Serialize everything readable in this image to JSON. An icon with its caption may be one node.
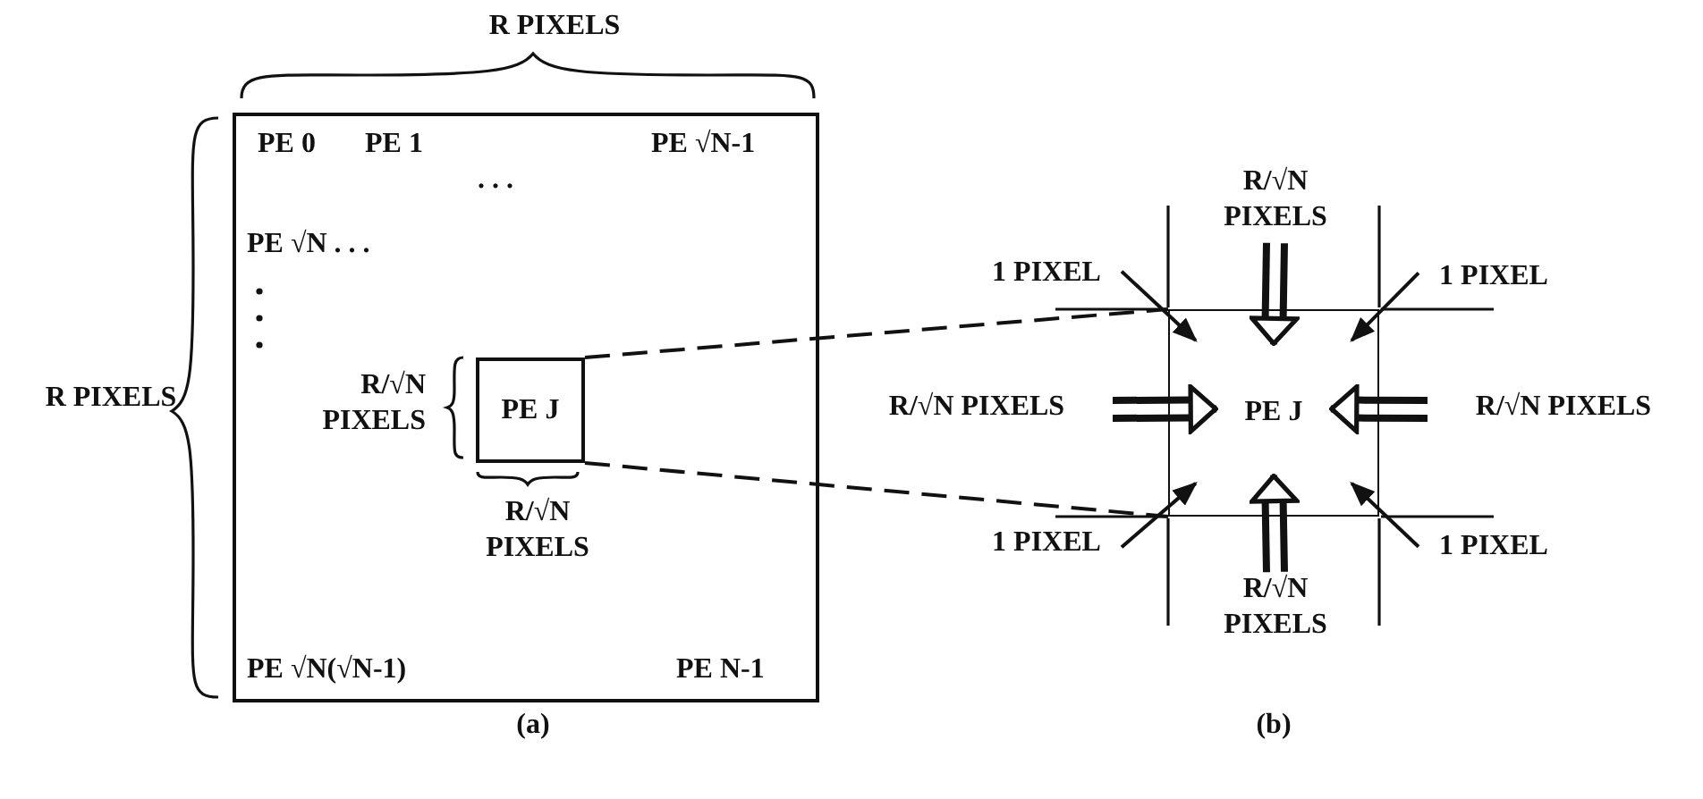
{
  "diagram": {
    "nodes": [
      {
        "text": [
          "PE 0",
          "PE 1",
          "PE √N-1",
          ". . .",
          "PE √N . . .",
          "PE √N(√N-1)",
          "PE N-1"
        ],
        "beside": [
          "R PIXELS",
          "R PIXELS"
        ]
      },
      {
        "text": [
          "PE J"
        ],
        "in": 0,
        "beside": [
          "R/√N PIXELS",
          "R/√N PIXELS"
        ]
      },
      {
        "text": [
          "PE J"
        ]
      },
      {
        "text": [
          "1 PIXEL"
        ]
      },
      {
        "text": [
          "R/√N PIXELS"
        ]
      },
      {
        "text": [
          "1 PIXEL"
        ]
      },
      {
        "text": [
          "R/√N PIXELS"
        ]
      },
      {
        "text": [
          "R/√N PIXELS"
        ]
      },
      {
        "text": [
          "1 PIXEL"
        ]
      },
      {
        "text": [
          "R/√N PIXELS"
        ]
      },
      {
        "text": [
          "1 PIXEL"
        ]
      }
    ],
    "edges": [
      {
        "from": 1,
        "to": 2,
        "arrow": "none",
        "style": "dashed"
      },
      {
        "from": 1,
        "to": 2,
        "arrow": "none",
        "style": "dashed"
      },
      {
        "from": 3,
        "to": 2,
        "arrow": "to"
      },
      {
        "from": 4,
        "to": 2,
        "arrow": "to",
        "style": "thick"
      },
      {
        "from": 5,
        "to": 2,
        "arrow": "to"
      },
      {
        "from": 6,
        "to": 2,
        "arrow": "to",
        "style": "thick"
      },
      {
        "from": 7,
        "to": 2,
        "arrow": "to",
        "style": "thick"
      },
      {
        "from": 8,
        "to": 2,
        "arrow": "to"
      },
      {
        "from": 9,
        "to": 2,
        "arrow": "to",
        "style": "thick"
      },
      {
        "from": 10,
        "to": 2,
        "arrow": "to"
      }
    ],
    "labels": [
      "(a)",
      "(b)"
    ]
  }
}
